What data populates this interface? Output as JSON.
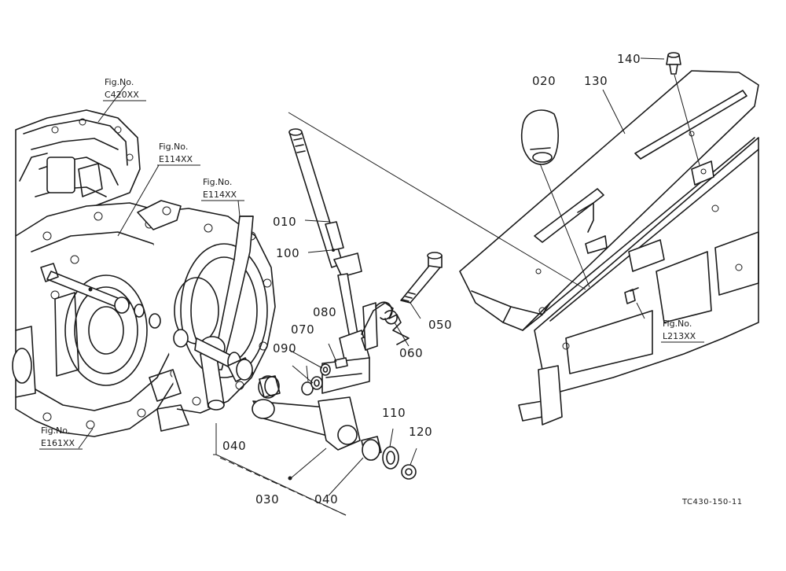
{
  "part_numbers": {
    "p010": "010",
    "p020": "020",
    "p030": "030",
    "p040a": "040",
    "p040b": "040",
    "p050": "050",
    "p060": "060",
    "p070": "070",
    "p080": "080",
    "p090": "090",
    "p100": "100",
    "p110": "110",
    "p120": "120",
    "p130": "130",
    "p140": "140"
  },
  "figure_refs": {
    "c420": {
      "label": "Fig.No.",
      "code": "C420XX"
    },
    "e114a": {
      "label": "Fig.No.",
      "code": "E114XX"
    },
    "e114b": {
      "label": "Fig.No.",
      "code": "E114XX"
    },
    "e161": {
      "label": "Fig.No.",
      "code": "E161XX"
    },
    "l213": {
      "label": "Fig.No.",
      "code": "L213XX"
    }
  },
  "drawing_code": "TC430-150-11"
}
